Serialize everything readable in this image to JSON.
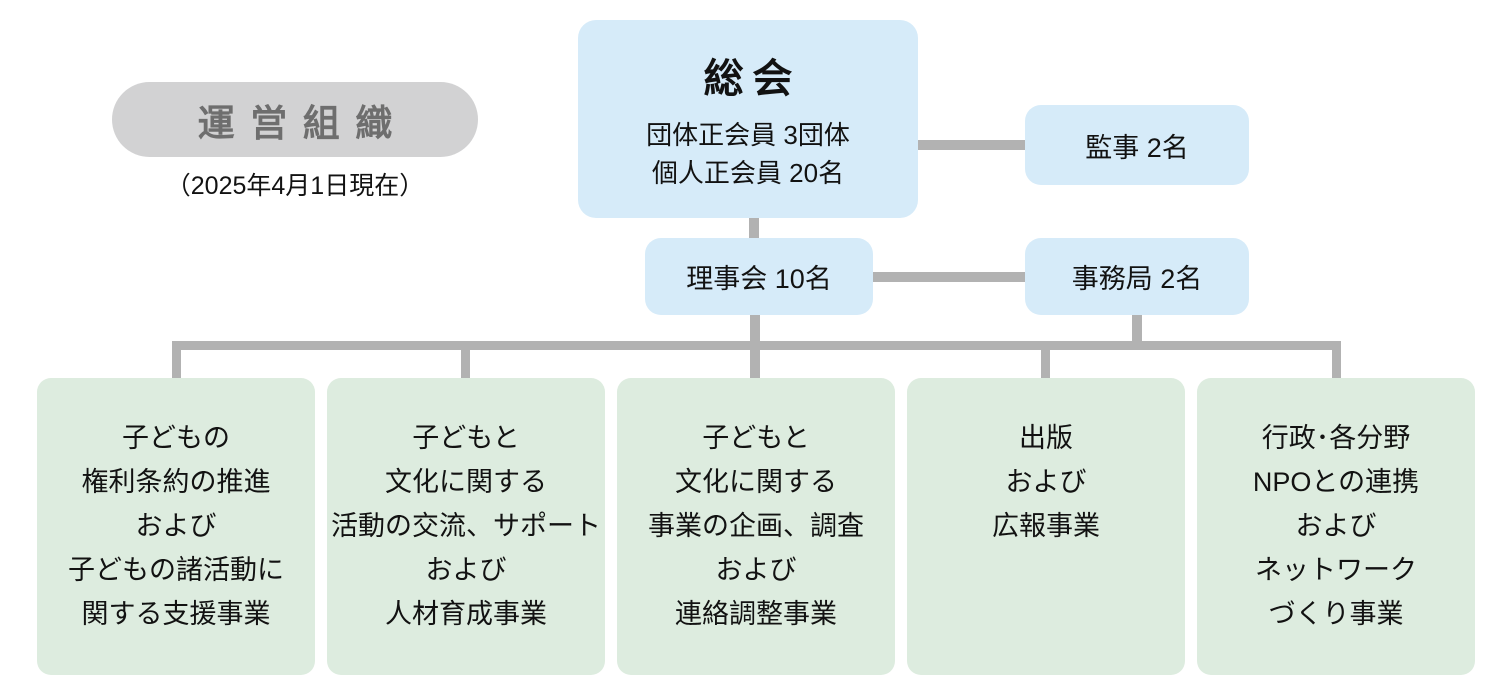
{
  "header": {
    "badge_label": "運営組織",
    "date_note": "（2025年4月1日現在）"
  },
  "org": {
    "general_assembly": {
      "title": "総会",
      "detail_lines": [
        "団体正会員 3団体",
        "個人正会員 20名"
      ]
    },
    "auditor": {
      "label": "監事 2名"
    },
    "board": {
      "label": "理事会 10名"
    },
    "secretariat": {
      "label": "事務局 2名"
    },
    "departments": [
      {
        "lines": [
          "子どもの",
          "権利条約の推進",
          "および",
          "子どもの諸活動に",
          "関する支援事業"
        ]
      },
      {
        "lines": [
          "子どもと",
          "文化に関する",
          "活動の交流、サポート",
          "および",
          "人材育成事業"
        ]
      },
      {
        "lines": [
          "子どもと",
          "文化に関する",
          "事業の企画、調査",
          "および",
          "連絡調整事業"
        ]
      },
      {
        "lines": [
          "出版",
          "および",
          "広報事業"
        ]
      },
      {
        "lines": [
          "行政･各分野",
          "NPOとの連携",
          "および",
          "ネットワーク",
          "づくり事業"
        ]
      }
    ]
  },
  "colors": {
    "box_blue": "#d6ebf9",
    "box_green": "#ddecdf",
    "badge_gray": "#d2d2d3",
    "badge_text": "#6e6e6e",
    "connector_gray": "#b2b2b2"
  }
}
